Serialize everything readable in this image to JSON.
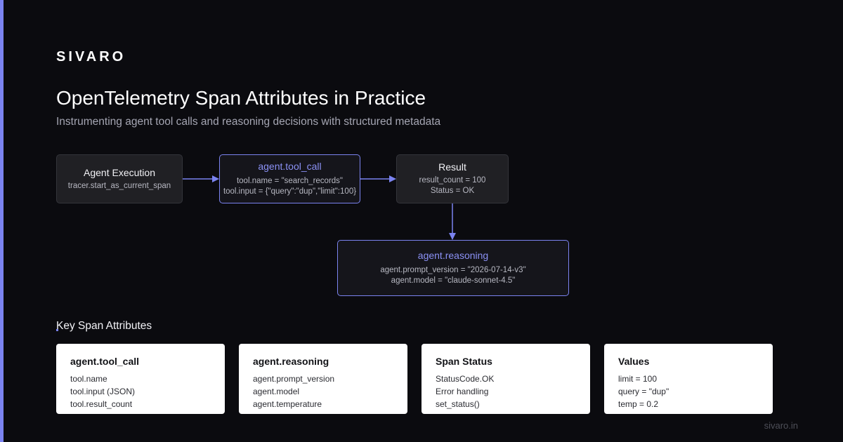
{
  "brand": "SIVARO",
  "title": "OpenTelemetry Span Attributes in Practice",
  "subtitle": "Instrumenting agent tool calls and reasoning decisions with structured metadata",
  "colors": {
    "background": "#0b0b0f",
    "accent": "#7b83f0",
    "node_fill": "#202024",
    "card_fill": "#ffffff"
  },
  "diagram": {
    "nodes": {
      "exec": {
        "title": "Agent Execution",
        "lines": [
          "tracer.start_as_current_span"
        ]
      },
      "tool_call": {
        "title": "agent.tool_call",
        "lines": [
          "tool.name = \"search_records\"",
          "tool.input = {\"query\":\"dup\",\"limit\":100}"
        ]
      },
      "result": {
        "title": "Result",
        "lines": [
          "result_count = 100",
          "Status = OK"
        ]
      },
      "reasoning": {
        "title": "agent.reasoning",
        "lines": [
          "agent.prompt_version = \"2026-07-14-v3\"",
          "agent.model = \"claude-sonnet-4.5\""
        ]
      }
    },
    "edges": [
      {
        "from": "exec",
        "to": "tool_call"
      },
      {
        "from": "tool_call",
        "to": "result"
      },
      {
        "from": "result",
        "to": "reasoning"
      }
    ]
  },
  "attributes_section": {
    "label": "Key Span Attributes",
    "cards": [
      {
        "title": "agent.tool_call",
        "lines": [
          "tool.name",
          "tool.input (JSON)",
          "tool.result_count"
        ]
      },
      {
        "title": "agent.reasoning",
        "lines": [
          "agent.prompt_version",
          "agent.model",
          "agent.temperature"
        ]
      },
      {
        "title": "Span Status",
        "lines": [
          "StatusCode.OK",
          "Error handling",
          "set_status()"
        ]
      },
      {
        "title": "Values",
        "lines": [
          "limit = 100",
          "query = \"dup\"",
          "temp = 0.2"
        ]
      }
    ]
  },
  "footer": "sivaro.in"
}
